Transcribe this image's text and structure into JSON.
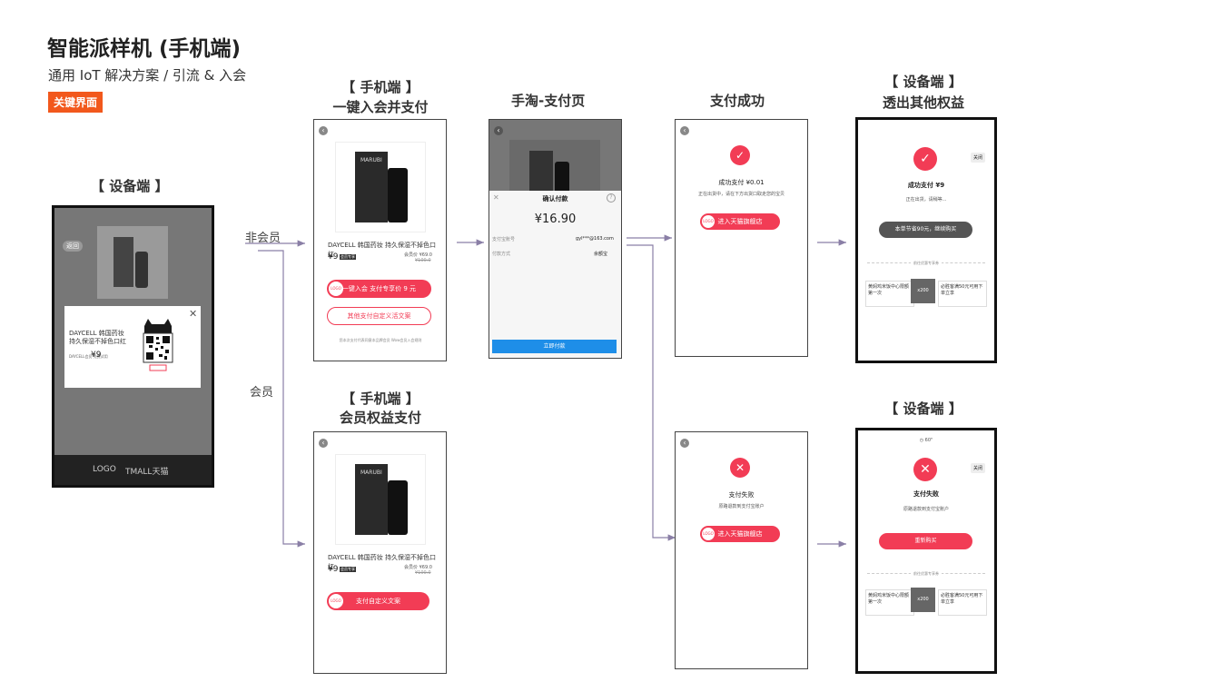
{
  "header": {
    "title": "智能派样机 (手机端)",
    "subtitle": "通用 IoT 解决方案 / 引流 & 入会",
    "badge": "关键界面"
  },
  "labels": {
    "device_main": "【 设备端 】",
    "mobile_join_1": "【 手机端 】",
    "mobile_join_2": "一键入会并支付",
    "taobao_pay": "手淘-支付页",
    "pay_success": "支付成功",
    "device_benefit_1": "【 设备端 】",
    "device_benefit_2": "透出其他权益",
    "mobile_member_1": "【 手机端 】",
    "mobile_member_2": "会员权益支付",
    "device_fail": "【 设备端 】"
  },
  "edges": {
    "non_member": "非会员",
    "member": "会员"
  },
  "device_screen": {
    "back": "返回",
    "product": "DAYCELL 韩国药妆 持久保湿不掉色口红",
    "price": "¥9",
    "price_note": "DAYCELL会员 免费试用",
    "footer_logo": "LOGO",
    "footer_brand": "TMALL天猫"
  },
  "product": {
    "brand": "MARUBI",
    "name": "DAYCELL 韩国药妆 持久保湿不掉色口红",
    "price": "¥9",
    "tag": "会员专享",
    "member_price": "会员价 ¥69.0",
    "orig_price": "¥100.0"
  },
  "join_pay": {
    "primary_btn": "一键入会 支付专享价 9 元",
    "secondary_btn": "其他支付自定义活文案",
    "logo": "LOGO",
    "note": "您本次支付代表同意本品牌会员 Wow会员入会规则"
  },
  "taobao": {
    "sheet_title": "确认付款",
    "amount": "¥16.90",
    "account_label": "支付宝账号",
    "account_value": "gyl***@163.com",
    "method_label": "付款方式",
    "method_value": "余额宝",
    "confirm_btn": "立即付款"
  },
  "success": {
    "title": "成功支付 ¥0.01",
    "desc": "正在出货中，请在下方出货口取走您的宝贝",
    "btn": "进入天猫旗舰店",
    "logo": "LOGO"
  },
  "fail": {
    "title": "支付失败",
    "desc": "原路退款到支付宝账户",
    "btn": "进入天猫旗舰店",
    "logo": "LOGO"
  },
  "member_pay": {
    "btn": "支付自定义文案",
    "logo": "LOGO"
  },
  "device_success": {
    "close": "关闭",
    "title": "成功支付 ¥9",
    "desc": "正在出货，请稍等...",
    "promo": "本单节省90元，继续购买",
    "section": "前往优惠专享券",
    "coupon1": "黄焖鸡米饭中心限额第一次",
    "coupon2": "必胜客满50元可用下单立享",
    "coupon_mid": "x200"
  },
  "device_fail_screen": {
    "timer": "60\"",
    "close": "关闭",
    "title": "支付失败",
    "desc": "原路退款到支付宝账户",
    "btn": "重新购买",
    "section": "前往优惠专享券",
    "coupon1": "黄焖鸡米饭中心限额第一次",
    "coupon2": "必胜客满50元可用下单立享",
    "coupon_mid": "x200"
  },
  "colors": {
    "accent": "#f23c55",
    "badge": "#f2581c",
    "connector": "#8a7fa6",
    "pay_blue": "#1e8ee8"
  }
}
